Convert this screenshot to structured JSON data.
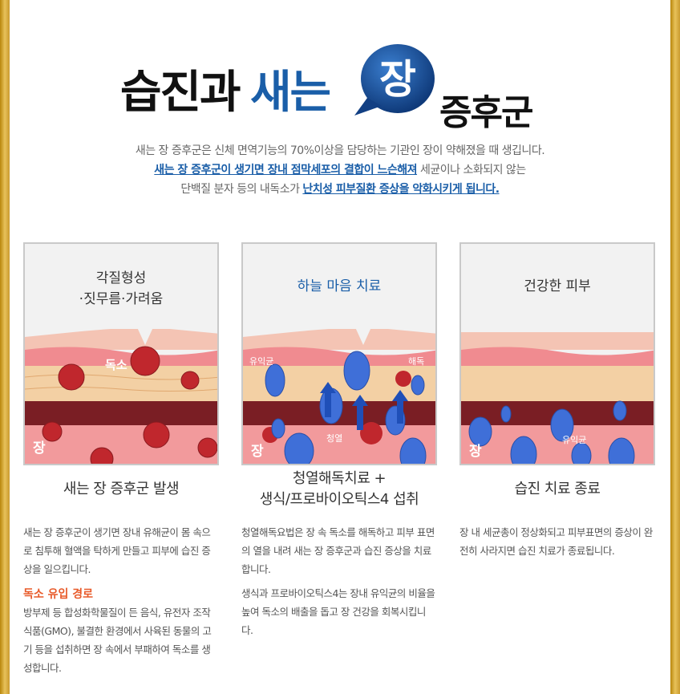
{
  "headline": {
    "part1": "습진과",
    "part2": "새는",
    "bubble": "장",
    "part3": "증후군"
  },
  "intro": {
    "line1": "새는 장 증후군은 신체 면역기능의 70%이상을 담당하는 기관인 장이 약해졌을 때 생깁니다.",
    "line2_hl": "새는 장 증후군이 생기면 장내 점막세포의 결합이 느슨해져",
    "line2_rest": " 세균이나 소화되지 않는",
    "line3_pre": "단백질 분자 등의 내독소가 ",
    "line3_hl": "난치성 피부질환 증상을 악화시키게 됩니다."
  },
  "panels": [
    {
      "title1": "각질형성",
      "title2": "·짓무름·가려움",
      "labels": {
        "toxin": "독소",
        "gut": "장"
      },
      "subtitle": "새는 장 증후군 발생",
      "desc": "새는 장 증후군이 생기면 장내 유해균이 몸 속으로 침투해 혈액을 탁하게 만들고 피부에 습진 증상을 일으킵니다.",
      "extra_heading": "독소 유입 경로",
      "extra_desc": "방부제 등 합성화학물질이 든 음식, 유전자 조작식품(GMO), 불결한 환경에서 사육된 동물의 고기 등을 섭취하면 장 속에서 부패하여 독소를 생성합니다."
    },
    {
      "title1": "하늘 마음 치료",
      "labels": {
        "probiotic": "유익균",
        "detox": "해독",
        "heat": "청열",
        "gut": "장"
      },
      "subtitle1": "청열해독치료 +",
      "subtitle2": "생식/프로바이오틱스4 섭취",
      "desc1": "청열해독요법은 장 속 독소를 해독하고 피부 표면의 열을 내려 새는 장 증후군과 습진 증상을 치료합니다.",
      "desc2": "생식과 프로바이오틱스4는 장내 유익균의 비율을 높여 독소의 배출을 돕고 장 건강을 회복시킵니다."
    },
    {
      "title1": "건강한 피부",
      "labels": {
        "probiotic": "유익균",
        "gut": "장"
      },
      "subtitle": "습진 치료 종료",
      "desc": "장 내 세균총이 정상화되고 피부표면의 증상이 완전히 사라지면 습진 치료가 종료됩니다."
    }
  ],
  "colors": {
    "brand_blue": "#1a5ea8",
    "accent_orange": "#e85a2a",
    "virus_red": "#c0272d",
    "bacteria_blue": "#3f6fd8",
    "border_gold": "#d4a83a"
  }
}
